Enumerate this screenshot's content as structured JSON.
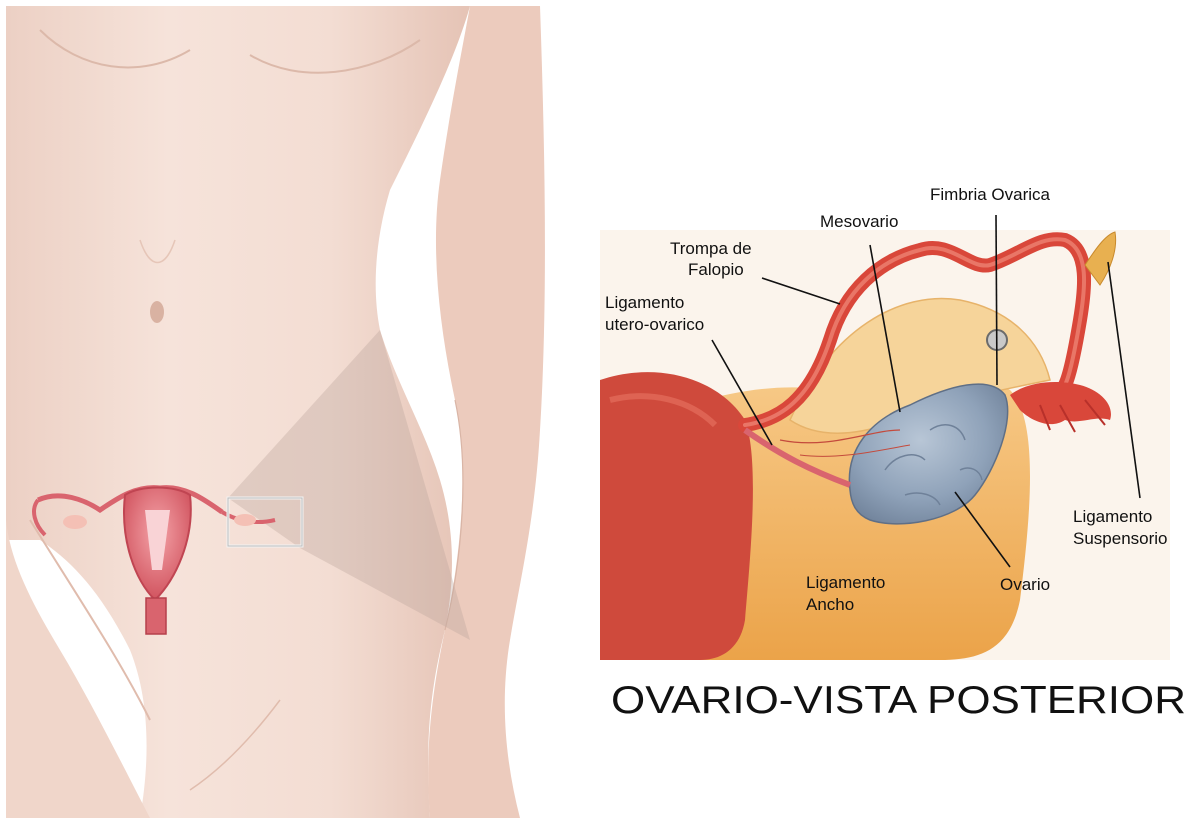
{
  "labels": {
    "trompa_line1": "Trompa de",
    "trompa_line2": "Falopio",
    "mesovario": "Mesovario",
    "fimbria": "Fimbria Ovarica",
    "lig_utero_line1": "Ligamento",
    "lig_utero_line2": "utero-ovarico",
    "lig_susp_line1": "Ligamento",
    "lig_susp_line2": "Suspensorio",
    "lig_ancho_line1": "Ligamento",
    "lig_ancho_line2": "Ancho",
    "ovario": "Ovario"
  },
  "caption": "OVARIO-VISTA POSTERIOR",
  "colors": {
    "skin": "#f3ddd3",
    "skin_shadow": "#e6c4b6",
    "tube": "#d9473a",
    "tube_dark": "#b8302a",
    "ligament": "#f2b35a",
    "ovary": "#93a6bd",
    "uterus": "#e58a96"
  }
}
